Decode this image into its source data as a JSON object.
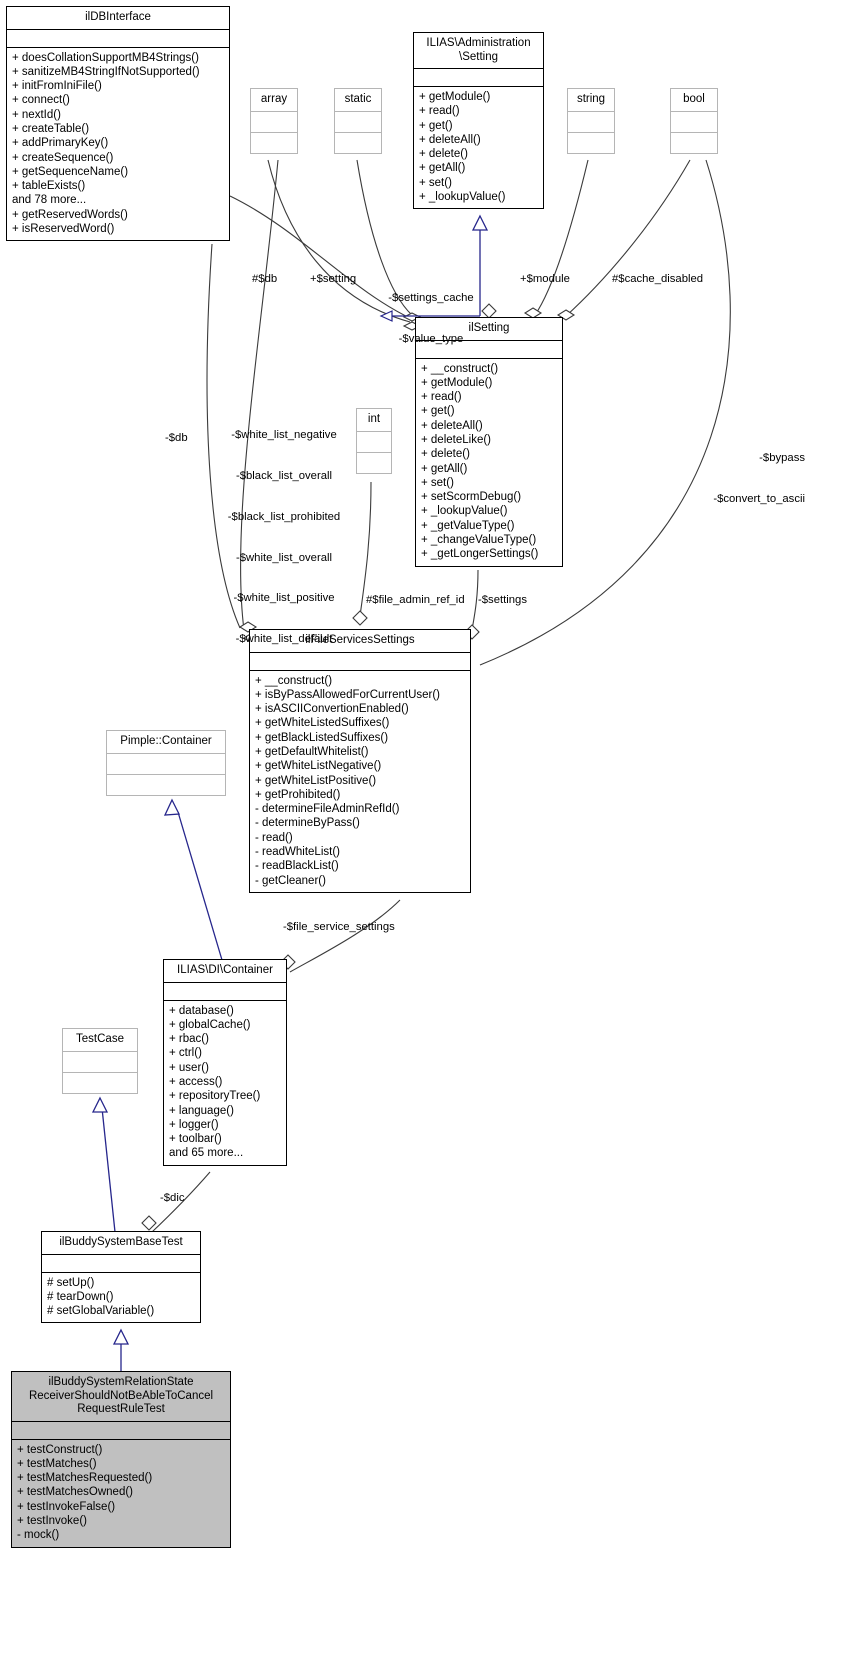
{
  "diagram": {
    "kind": "uml-class-collaboration-diagram",
    "colors": {
      "box_border": "#000000",
      "box_border_faded": "#b5b5b5",
      "box_fill": "#ffffff",
      "box_fill_highlight": "#c0c0c0",
      "inheritance_edge": "#26268c",
      "association_edge": "#3a3a3a",
      "text": "#000000"
    }
  },
  "classes": {
    "ildbinterface": {
      "title": "ilDBInterface",
      "attributes": [],
      "methods": [
        "+ doesCollationSupportMB4Strings()",
        "+ sanitizeMB4StringIfNotSupported()",
        "+ initFromIniFile()",
        "+ connect()",
        "+ nextId()",
        "+ createTable()",
        "+ addPrimaryKey()",
        "+ createSequence()",
        "+ getSequenceName()",
        "+ tableExists()",
        "and 78 more...",
        "+ getReservedWords()",
        "+ isReservedWord()"
      ]
    },
    "array": {
      "title": "array",
      "attributes": [],
      "methods": []
    },
    "static": {
      "title": "static",
      "attributes": [],
      "methods": []
    },
    "string": {
      "title": "string",
      "attributes": [],
      "methods": []
    },
    "bool": {
      "title": "bool",
      "attributes": [],
      "methods": []
    },
    "int": {
      "title": "int",
      "attributes": [],
      "methods": []
    },
    "administration_setting": {
      "title": "ILIAS\\Administration\n\\Setting",
      "title_line1": "ILIAS\\Administration",
      "title_line2": "\\Setting",
      "attributes": [],
      "methods": [
        "+ getModule()",
        "+ read()",
        "+ get()",
        "+ deleteAll()",
        "+ delete()",
        "+ getAll()",
        "+ set()",
        "+ _lookupValue()"
      ]
    },
    "ilsetting": {
      "title": "ilSetting",
      "attributes": [],
      "methods": [
        "+ __construct()",
        "+ getModule()",
        "+ read()",
        "+ get()",
        "+ deleteAll()",
        "+ deleteLike()",
        "+ delete()",
        "+ getAll()",
        "+ set()",
        "+ setScormDebug()",
        "+ _lookupValue()",
        "+ _getValueType()",
        "+ _changeValueType()",
        "+ _getLongerSettings()"
      ]
    },
    "ilfileservicessettings": {
      "title": "ilFileServicesSettings",
      "attributes": [],
      "methods": [
        "+ __construct()",
        "+ isByPassAllowedForCurrentUser()",
        "+ isASCIIConvertionEnabled()",
        "+ getWhiteListedSuffixes()",
        "+ getBlackListedSuffixes()",
        "+ getDefaultWhitelist()",
        "+ getWhiteListNegative()",
        "+ getWhiteListPositive()",
        "+ getProhibited()",
        "- determineFileAdminRefId()",
        "- determineByPass()",
        "- read()",
        "- readWhiteList()",
        "- readBlackList()",
        "- getCleaner()"
      ]
    },
    "pimple_container": {
      "title": "Pimple::Container",
      "attributes": [],
      "methods": []
    },
    "di_container": {
      "title": "ILIAS\\DI\\Container",
      "attributes": [],
      "methods": [
        "+ database()",
        "+ globalCache()",
        "+ rbac()",
        "+ ctrl()",
        "+ user()",
        "+ access()",
        "+ repositoryTree()",
        "+ language()",
        "+ logger()",
        "+ toolbar()",
        "and 65 more..."
      ]
    },
    "testcase": {
      "title": "TestCase",
      "attributes": [],
      "methods": []
    },
    "ilbuddysystembasetest": {
      "title": "ilBuddySystemBaseTest",
      "attributes": [],
      "methods": [
        "# setUp()",
        "# tearDown()",
        "# setGlobalVariable()"
      ]
    },
    "subject_test": {
      "title": "ilBuddySystemRelationState\nReceiverShouldNotBeAbleToCancel\nRequestRuleTest",
      "title_line1": "ilBuddySystemRelationState",
      "title_line2": "ReceiverShouldNotBeAbleToCancel",
      "title_line3": "RequestRuleTest",
      "attributes": [],
      "methods": [
        "+ testConstruct()",
        "+ testMatches()",
        "+ testMatchesRequested()",
        "+ testMatchesOwned()",
        "+ testInvokeFalse()",
        "+ testInvoke()",
        "- mock()"
      ]
    }
  },
  "edge_labels": {
    "db_to_ilsetting": "#$db",
    "setting_to_ilsetting": "+$setting",
    "settings_cache": "-$settings_cache\n-$value_type",
    "settings_cache_line1": "-$settings_cache",
    "settings_cache_line2": "-$value_type",
    "module": "+$module",
    "cache_disabled": "#$cache_disabled",
    "bypass": "-$bypass\n-$convert_to_ascii",
    "bypass_line1": "-$bypass",
    "bypass_line2": "-$convert_to_ascii",
    "db_to_fileservices": "-$db",
    "white_black_lists": "-$white_list_negative\n-$black_list_overall\n-$black_list_prohibited\n-$white_list_overall\n-$white_list_positive\n-$white_list_default",
    "wb_line1": "-$white_list_negative",
    "wb_line2": "-$black_list_overall",
    "wb_line3": "-$black_list_prohibited",
    "wb_line4": "-$white_list_overall",
    "wb_line5": "-$white_list_positive",
    "wb_line6": "-$white_list_default",
    "file_admin_ref_id": "#$file_admin_ref_id",
    "settings": "-$settings",
    "file_service_settings": "-$file_service_settings",
    "dic": "-$dic"
  }
}
